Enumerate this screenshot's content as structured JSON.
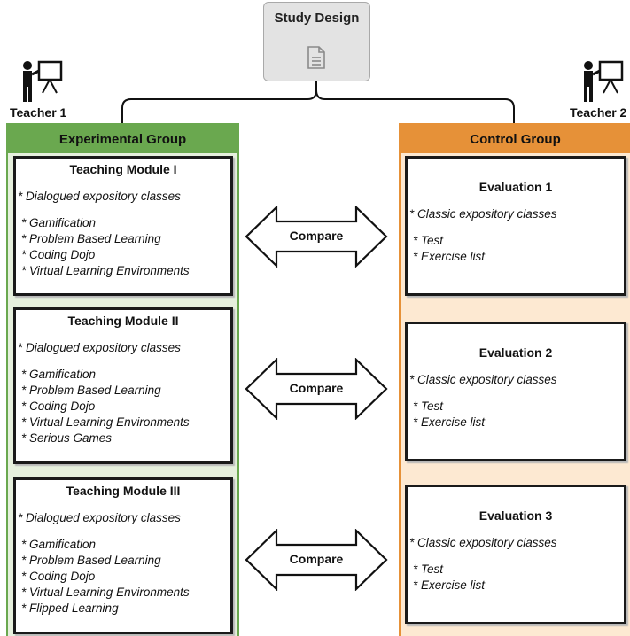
{
  "study_design": {
    "title": "Study Design",
    "icon": "document-icon"
  },
  "teachers": {
    "left": "Teacher 1",
    "right": "Teacher 2"
  },
  "experimental_group": {
    "title": "Experimental Group",
    "color": "#6aa84f",
    "modules": [
      {
        "title": "Teaching Module I",
        "intro": "* Dialogued expository classes",
        "items": [
          "* Gamification",
          "* Problem Based Learning",
          "* Coding Dojo",
          "* Virtual Learning Environments"
        ]
      },
      {
        "title": "Teaching Module II",
        "intro": "* Dialogued expository classes",
        "items": [
          "* Gamification",
          "* Problem Based Learning",
          "* Coding Dojo",
          "* Virtual Learning Environments",
          "* Serious Games"
        ]
      },
      {
        "title": "Teaching Module III",
        "intro": "* Dialogued expository classes",
        "items": [
          "* Gamification",
          "* Problem Based Learning",
          "* Coding Dojo",
          "* Virtual Learning Environments",
          "* Flipped Learning"
        ]
      }
    ]
  },
  "control_group": {
    "title": "Control Group",
    "color": "#e69138",
    "evaluations": [
      {
        "title": "Evaluation 1",
        "intro": "* Classic expository classes",
        "items": [
          "* Test",
          "* Exercise list"
        ]
      },
      {
        "title": "Evaluation 2",
        "intro": "* Classic expository classes",
        "items": [
          "* Test",
          "* Exercise list"
        ]
      },
      {
        "title": "Evaluation 3",
        "intro": "* Classic expository classes",
        "items": [
          "* Test",
          "* Exercise list"
        ]
      }
    ]
  },
  "compare_labels": [
    "Compare",
    "Compare",
    "Compare"
  ]
}
